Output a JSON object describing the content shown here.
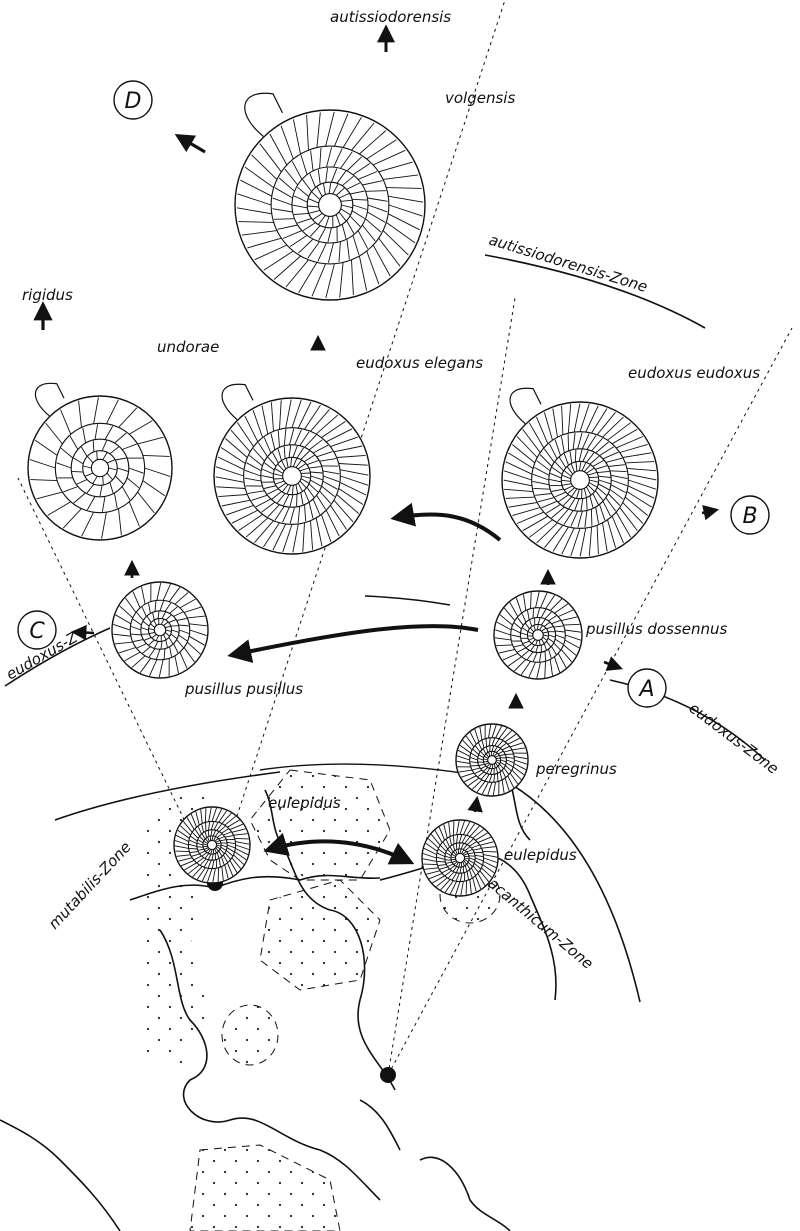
{
  "labels": {
    "autissiodorensis": "autissiodorensis",
    "volgensis": "volgensis",
    "autissiodorensis_zone": "autissiodorensis-Zone",
    "rigidus": "rigidus",
    "undorae": "undorae",
    "eudoxus_elegans": "eudoxus elegans",
    "eudoxus_eudoxus": "eudoxus eudoxus",
    "pusillus_dossennus": "pusillus dossennus",
    "pusillus_pusillus": "pusillus pusillus",
    "eudoxus_z_left": "eudoxus-Z",
    "eudoxus_zone_right": "eudoxus-Zone",
    "peregrinus": "peregrinus",
    "eulepidus_left": "eulepidus",
    "eulepidus_right": "eulepidus",
    "mutabilis_zone": "mutabilis-Zone",
    "acanthicum_zone": "acanthicum-Zone"
  },
  "markers": {
    "A": "A",
    "B": "B",
    "C": "C",
    "D": "D"
  },
  "colors": {
    "ink": "#111111",
    "paper": "#ffffff"
  }
}
